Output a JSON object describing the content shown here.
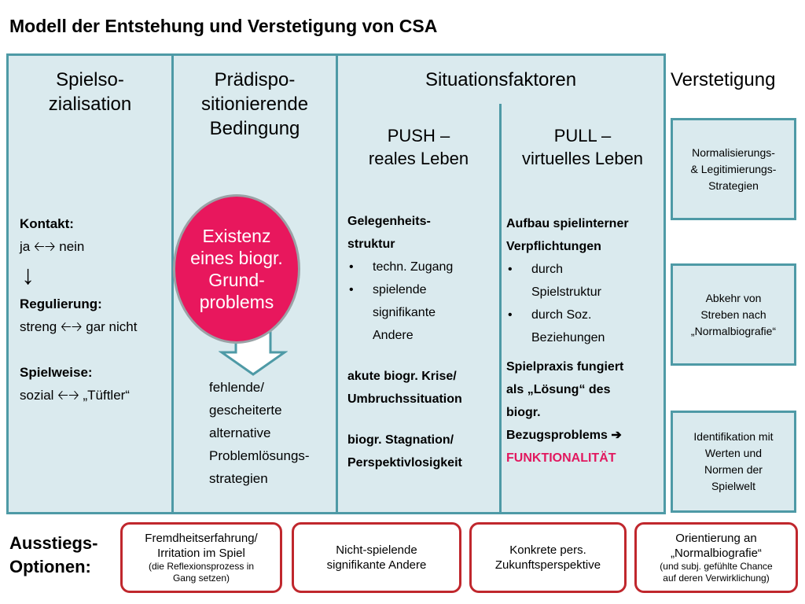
{
  "title": "Modell der Entstehung und Verstetigung von CSA",
  "columns": {
    "spielso": {
      "heading": [
        "Spielso-",
        "zialisation"
      ],
      "kontakt_label": "Kontakt:",
      "kontakt_value": "ja 🡠🡢 nein",
      "down_arrow": "↓",
      "regulierung_label": "Regulierung:",
      "regulierung_value": "streng 🡠🡢 gar nicht",
      "spielweise_label": "Spielweise:",
      "spielweise_value": "sozial 🡠🡢 „Tüftler“"
    },
    "praedispo": {
      "heading": [
        "Prädispo-",
        "sitionierende",
        "Bedingung"
      ],
      "circle": [
        "Existenz",
        "eines biogr.",
        "Grund-",
        "problems"
      ],
      "text": [
        "fehlende/",
        "gescheiterte",
        "alternative",
        "Problemlösungs-",
        "strategien"
      ]
    },
    "situation": {
      "heading": "Situationsfaktoren",
      "push": {
        "heading": [
          "PUSH –",
          "reales Leben"
        ],
        "block1_label": [
          "Gelegenheits-",
          "struktur"
        ],
        "block1_items": [
          [
            "techn. Zugang"
          ],
          [
            "spielende",
            "signifikante",
            "Andere"
          ]
        ],
        "block2": [
          "akute biogr. Krise/",
          "Umbruchssituation"
        ],
        "block3": [
          "biogr. Stagnation/",
          "Perspektivlosigkeit"
        ]
      },
      "pull": {
        "heading": [
          "PULL –",
          "virtuelles Leben"
        ],
        "block1_label": [
          "Aufbau spielinterner",
          "Verpflichtungen"
        ],
        "block1_items": [
          [
            "durch",
            "Spielstruktur"
          ],
          [
            "durch Soz.",
            "Beziehungen"
          ]
        ],
        "block2": [
          "Spielpraxis fungiert",
          "als „Lösung“ des",
          "biogr.",
          "Bezugsproblems  ➔"
        ],
        "funktionalitaet": "FUNKTIONALITÄT"
      }
    }
  },
  "verstetigung": {
    "heading": "Verstetigung",
    "boxes": [
      [
        "Normalisierungs-",
        "& Legitimierungs-",
        "Strategien"
      ],
      [
        "Abkehr von",
        "Streben nach",
        "„Normalbiografie“"
      ],
      [
        "Identifikation mit",
        "Werten und",
        "Normen der",
        "Spielwelt"
      ]
    ]
  },
  "ausstieg": {
    "label": [
      "Ausstiegs-",
      "Optionen:"
    ],
    "options": [
      {
        "lines": [
          "Fremdheitserfahrung/",
          "Irritation im Spiel"
        ],
        "note": [
          "(die Reflexionsprozess in",
          "Gang setzen)"
        ]
      },
      {
        "lines": [
          "Nicht-spielende",
          "signifikante Andere"
        ],
        "note": []
      },
      {
        "lines": [
          "Konkrete pers.",
          "Zukunftsperspektive"
        ],
        "note": []
      },
      {
        "lines": [
          "Orientierung an",
          "„Normalbiografie“"
        ],
        "note": [
          "(und subj. gefühlte Chance",
          "auf deren Verwirklichung)"
        ]
      }
    ]
  },
  "colors": {
    "panel_fill": "#daeaee",
    "panel_border": "#4e9aa6",
    "circle_fill": "#e8175d",
    "exit_border": "#c0272d",
    "highlight": "#e2185f"
  }
}
